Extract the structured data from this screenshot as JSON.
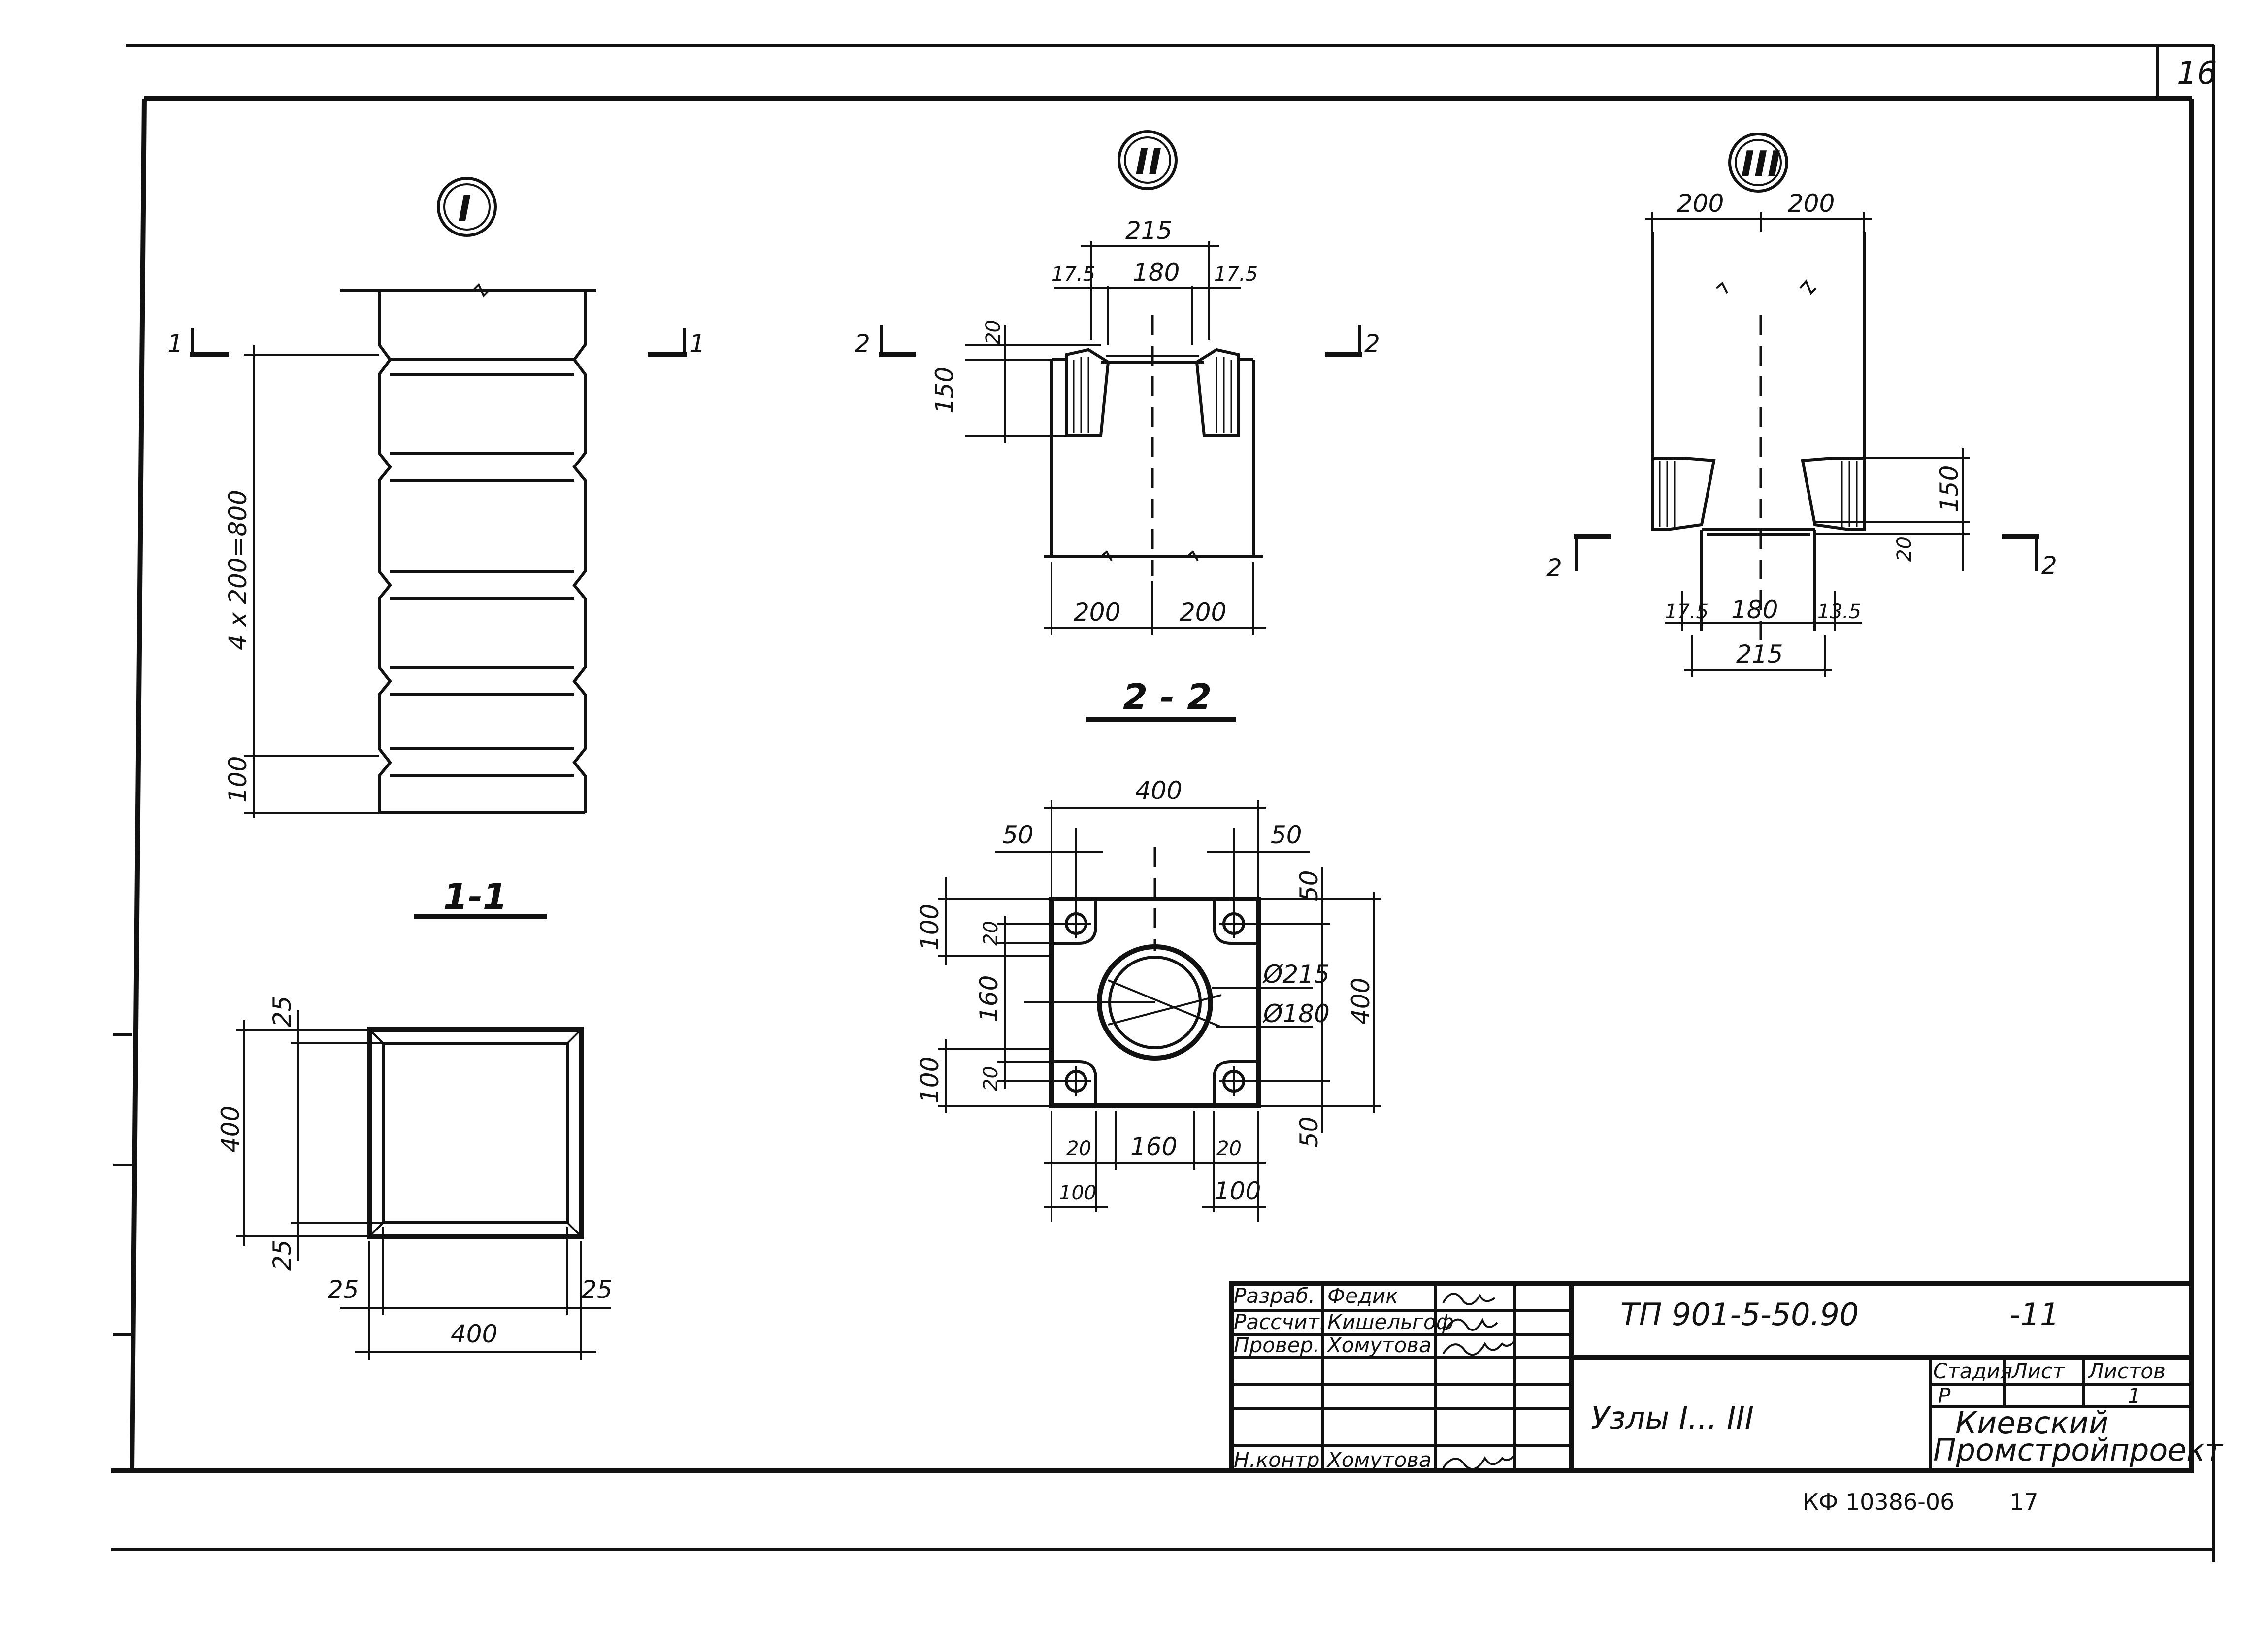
{
  "sheet": {
    "page_number": "16"
  },
  "node_labels": {
    "one": "I",
    "two": "II",
    "three": "III"
  },
  "sections": {
    "one_one": "1-1",
    "two_two": "2 - 2",
    "mark_1": "1",
    "mark_2": "2"
  },
  "node_one": {
    "height_dim": "4 x 200=800",
    "bottom_dim": "100",
    "section_side": "400",
    "section_top_gap": "25",
    "section_bottom_gap": "25",
    "section_bottom_left": "25",
    "section_bottom_right": "25",
    "section_width": "400"
  },
  "node_two": {
    "top_total": "215",
    "left_offset": "17.5",
    "inner": "180",
    "right_offset": "17.5",
    "rim": "20",
    "depth": "150",
    "bottom_left": "200",
    "bottom_right": "200"
  },
  "node_three": {
    "top_left": "200",
    "top_right": "200",
    "depth": "150",
    "rim": "20",
    "bottom_left_offset": "17.5",
    "bottom_inner": "180",
    "bottom_right_offset": "13.5",
    "bottom_total": "215"
  },
  "plan_view": {
    "top": "400",
    "left_corner": "50",
    "right_corner": "50",
    "right_top": "50",
    "right_side": "400",
    "right_bottom": "50",
    "left_top_outer": "100",
    "left_top_inner": "20",
    "left_mid": "160",
    "left_bottom_outer": "100",
    "left_bottom_inner": "20",
    "diam_outer": "Ø215",
    "diam_inner": "Ø180",
    "bottom_20_left": "20",
    "bottom_160": "160",
    "bottom_20_right": "20",
    "bottom_100_left": "100",
    "bottom_100_right": "100"
  },
  "title_block": {
    "roles": [
      "Разраб.",
      "Рассчит.",
      "Провер.",
      "",
      "",
      "Н.контр"
    ],
    "names": [
      "Федик",
      "Кишельгоф",
      "Хомутова",
      "",
      "",
      "Хомутова"
    ],
    "doc_code": "ТП 901-5-50.90",
    "doc_suffix": "-11",
    "title": "Узлы I... III",
    "stage_header": "Стадия",
    "sheet_header": "Лист",
    "sheets_header": "Листов",
    "stage_value": "Р",
    "sheets_value": "1",
    "org_line1": "Киевский",
    "org_line2": "Промстройпроект",
    "archive_code": "КФ 10386-06",
    "archive_number": "17"
  }
}
